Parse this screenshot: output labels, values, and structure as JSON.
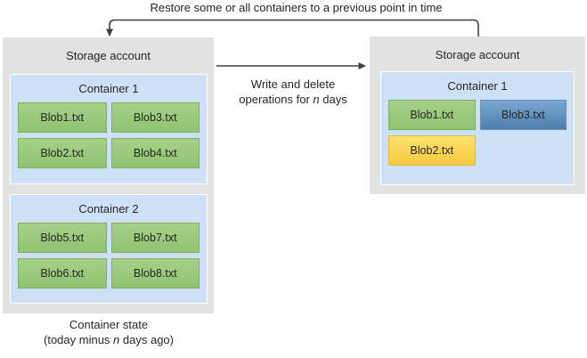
{
  "restore_label": "Restore some or all containers to a previous point in time",
  "operations_label": {
    "line1": "Write and delete",
    "line2_pre": "operations for ",
    "line2_var": "n",
    "line2_post": " days"
  },
  "left_account": {
    "title": "Storage account",
    "containers": [
      {
        "title": "Container 1",
        "blobs": [
          {
            "label": "Blob1.txt",
            "color": "green"
          },
          {
            "label": "Blob3.txt",
            "color": "green"
          },
          {
            "label": "Blob2.txt",
            "color": "green"
          },
          {
            "label": "Blob4.txt",
            "color": "green"
          }
        ]
      },
      {
        "title": "Container 2",
        "blobs": [
          {
            "label": "Blob5.txt",
            "color": "green"
          },
          {
            "label": "Blob7.txt",
            "color": "green"
          },
          {
            "label": "Blob6.txt",
            "color": "green"
          },
          {
            "label": "Blob8.txt",
            "color": "green"
          }
        ]
      }
    ],
    "caption": {
      "line1": "Container state",
      "line2_pre": "(today minus ",
      "line2_var": "n",
      "line2_post": " days ago)"
    }
  },
  "right_account": {
    "title": "Storage account",
    "containers": [
      {
        "title": "Container 1",
        "blobs": [
          {
            "label": "Blob1.txt",
            "color": "green"
          },
          {
            "label": "Blob3.txt",
            "color": "blue"
          },
          {
            "label": "Blob2.txt",
            "color": "yellow"
          }
        ]
      }
    ]
  },
  "colors": {
    "account_bg": "#e2e2e2",
    "container_bg": "#cde1f6",
    "blob_green": "#9bca7c",
    "blob_blue": "#5d92c3",
    "blob_yellow": "#fdd54e",
    "arrow": "#404040",
    "text": "#262626"
  }
}
